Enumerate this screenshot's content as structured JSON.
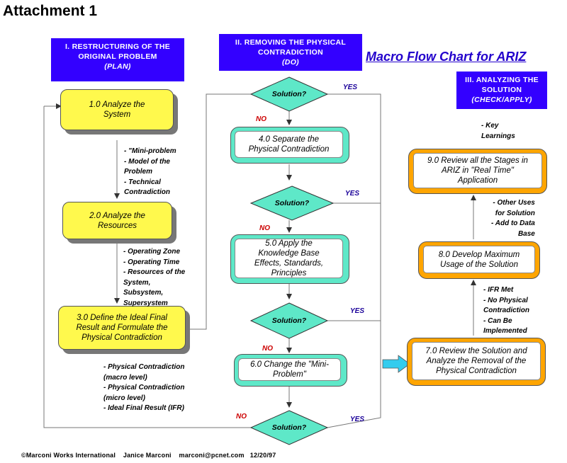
{
  "attachment_title": "Attachment 1",
  "chart_title": "Macro Flow Chart for ARIZ",
  "headers": {
    "h1": {
      "title": "I. RESTRUCTURING OF THE ORIGINAL PROBLEM",
      "sub": "(PLAN)"
    },
    "h2": {
      "title": "II. REMOVING THE PHYSICAL CONTRADICTION",
      "sub": "(DO)"
    },
    "h3": {
      "title": "III. ANALYZING THE SOLUTION",
      "sub": "(CHECK/APPLY)"
    }
  },
  "steps": {
    "s1": "1.0 Analyze the\nSystem",
    "s2": "2.0 Analyze the\nResources",
    "s3": "3.0 Define the Ideal Final\nResult and Formulate the\nPhysical Contradiction",
    "s4": "4.0 Separate the\nPhysical Contradiction",
    "s5": "5.0 Apply the\nKnowledge Base\nEffects, Standards,\nPrinciples",
    "s6": "6.0 Change the \"Mini-\nProblem\"",
    "s7": "7.0 Review the Solution and\nAnalyze the Removal of the\nPhysical Contradiction",
    "s8": "8.0 Develop Maximum\nUsage of the Solution",
    "s9": "9.0 Review all the Stages in\nARIZ in \"Real Time\"\nApplication"
  },
  "decision_label": "Solution?",
  "yes_label": "YES",
  "no_label": "NO",
  "notes": {
    "n1": "- \"Mini-problem\n- Model of the\nProblem\n- Technical\nContradiction",
    "n2": "- Operating Zone\n- Operating Time\n- Resources of the\nSystem,\nSubsystem,\nSupersystem",
    "n3": "- Physical Contradiction\n(macro level)\n- Physical Contradiction\n(micro level)\n- Ideal Final Result (IFR)",
    "n4": "- IFR Met\n- No Physical\nContradiction\n- Can Be\nImplemented",
    "n5": "- Other Uses\nfor Solution\n- Add to Data\nBase",
    "n6": "- Key\nLearnings"
  },
  "footer": "©Marconi Works International    Janice Marconi    marconi@pcnet.com   12/20/97",
  "colors": {
    "header": "#3300ff",
    "yellow": "#fff94d",
    "green": "#5ee8c8",
    "orange": "#ffa500",
    "diamond": "#5ee8c8",
    "arrow_blue": "#33ccee"
  }
}
